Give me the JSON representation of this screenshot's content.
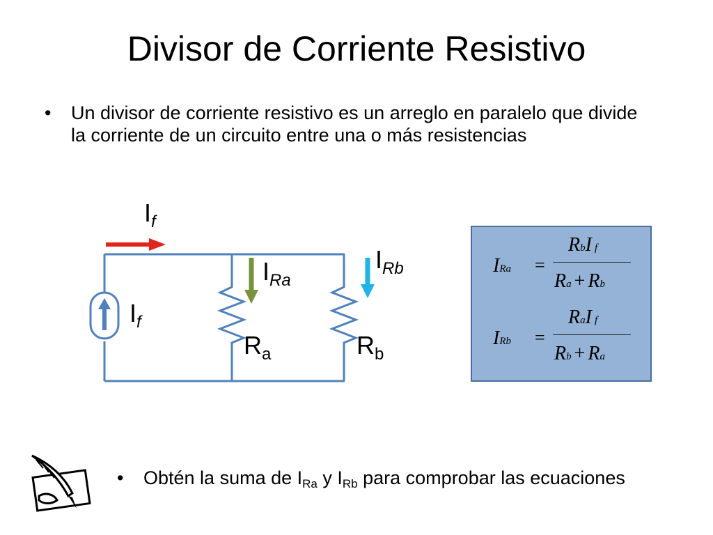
{
  "title": "Divisor de Corriente Resistivo",
  "bullets": {
    "first": "Un divisor de corriente resistivo es un arreglo en paralelo que divide la corriente de un circuito entre una o más resistencias",
    "second": {
      "part1": "Obtén la suma de I",
      "sub1": "Ra",
      "part2": " y I",
      "sub2": "Rb",
      "part3": " para comprobar las ecuaciones"
    }
  },
  "bullet_symbol": "•",
  "circuit": {
    "source_current_label": {
      "main": "I",
      "sub": "f"
    },
    "arrow_current_label": {
      "main": "I",
      "sub": "f"
    },
    "ira_label": {
      "main": "I",
      "sub": "Ra"
    },
    "irb_label": {
      "main": "I",
      "sub": "Rb"
    },
    "ra_label": {
      "main": "R",
      "sub": "a"
    },
    "rb_label": {
      "main": "R",
      "sub": "b"
    }
  },
  "formulas": {
    "eq1": {
      "lhs_main": "I",
      "lhs_sub": "Ra",
      "equals": "=",
      "num_R": "R",
      "num_R_sub": "b",
      "num_I": "I",
      "num_I_sub": "f",
      "den_R1": "R",
      "den_R1_sub": "a",
      "plus": "+",
      "den_R2": "R",
      "den_R2_sub": "b"
    },
    "eq2": {
      "lhs_main": "I",
      "lhs_sub": "Rb",
      "equals": "=",
      "num_R": "R",
      "num_R_sub": "a",
      "num_I": "I",
      "num_I_sub": "f",
      "den_R1": "R",
      "den_R1_sub": "b",
      "plus": "+",
      "den_R2": "R",
      "den_R2_sub": "a"
    }
  },
  "colors": {
    "wire": "#4f81bd",
    "source_arrow": "#4f81bd",
    "current_arrow": "#e0241b",
    "ira_arrow": "#77933c",
    "irb_arrow": "#1eb4e8",
    "formula_bg": "#95b3d7"
  }
}
